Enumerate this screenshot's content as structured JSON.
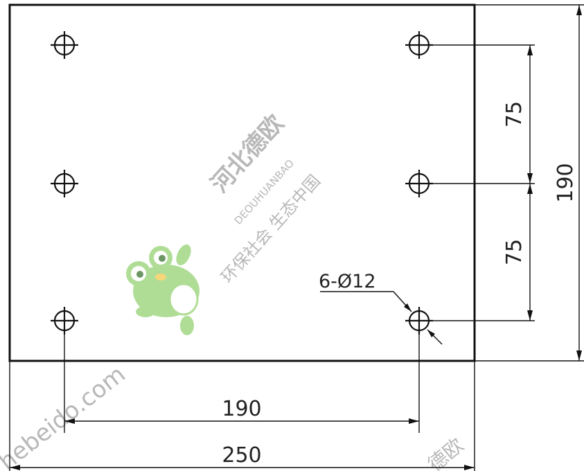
{
  "drawing": {
    "callout": "6-Ø12",
    "dims": {
      "hole_spacing_v1": "75",
      "hole_spacing_v2": "75",
      "plate_height": "190",
      "hole_spacing_h": "190",
      "plate_width": "250"
    }
  },
  "watermark": {
    "company": "河北德欧",
    "pinyin": "DEOUHUANBAO",
    "slogan": "环保社会  生态中国",
    "url": "hebeido.com",
    "bottom_fragment": "德欧"
  },
  "colors": {
    "line": "#111111",
    "watermark": "#b8b8b8",
    "frog": "#8fd06a"
  },
  "icons": [
    "frog-mascot-icon"
  ]
}
